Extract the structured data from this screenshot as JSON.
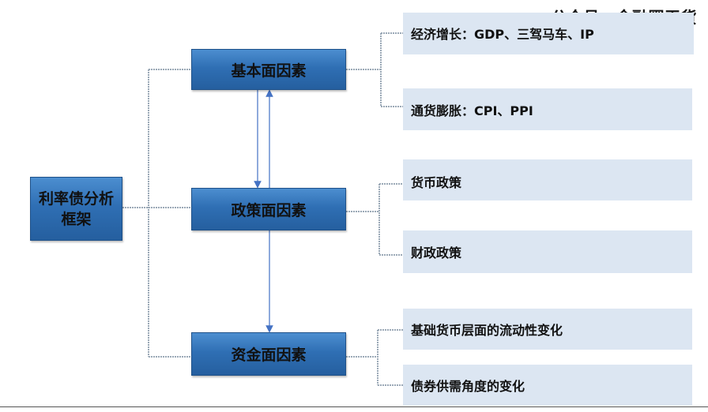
{
  "watermark": "公众号：金融圈干货",
  "root": "利率债分析框架",
  "factors": [
    {
      "label": "基本面因素"
    },
    {
      "label": "政策面因素"
    },
    {
      "label": "资金面因素"
    }
  ],
  "details": [
    {
      "label": "经济增长：GDP、三驾马车、IP"
    },
    {
      "label": "通货膨胀：CPI、PPI"
    },
    {
      "label": "货币政策"
    },
    {
      "label": "财政政策"
    },
    {
      "label": "基础货币层面的流动性变化"
    },
    {
      "label": "债券供需角度的变化"
    }
  ]
}
